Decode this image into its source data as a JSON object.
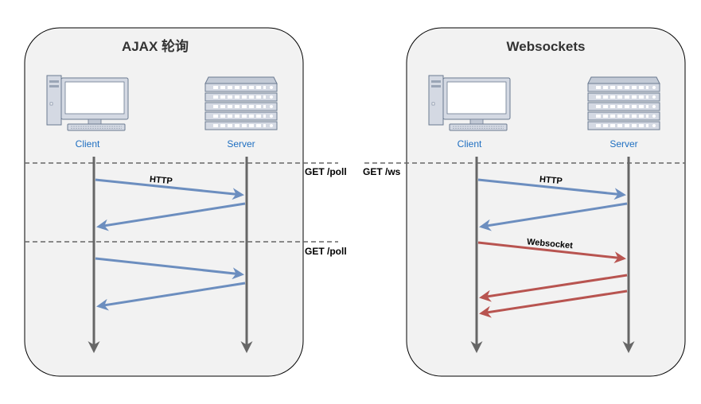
{
  "colors": {
    "panel_fill": "#f2f2f2",
    "panel_stroke": "#000000",
    "lifeline": "#666666",
    "http_arrow": "#6c8ebf",
    "websocket_arrow": "#b85450",
    "divider": "#666666",
    "node_label": "#1f6fc1"
  },
  "panels": {
    "ajax": {
      "title": "AJAX 轮询",
      "client_label": "Client",
      "server_label": "Server",
      "request_1": "GET /poll",
      "request_2": "GET /poll",
      "message_http": "HTTP"
    },
    "websockets": {
      "title": "Websockets",
      "client_label": "Client",
      "server_label": "Server",
      "request": "GET /ws",
      "message_http": "HTTP",
      "message_websocket": "Websocket"
    }
  },
  "icons": {
    "client": "desktop-computer-icon",
    "server": "server-rack-icon"
  }
}
